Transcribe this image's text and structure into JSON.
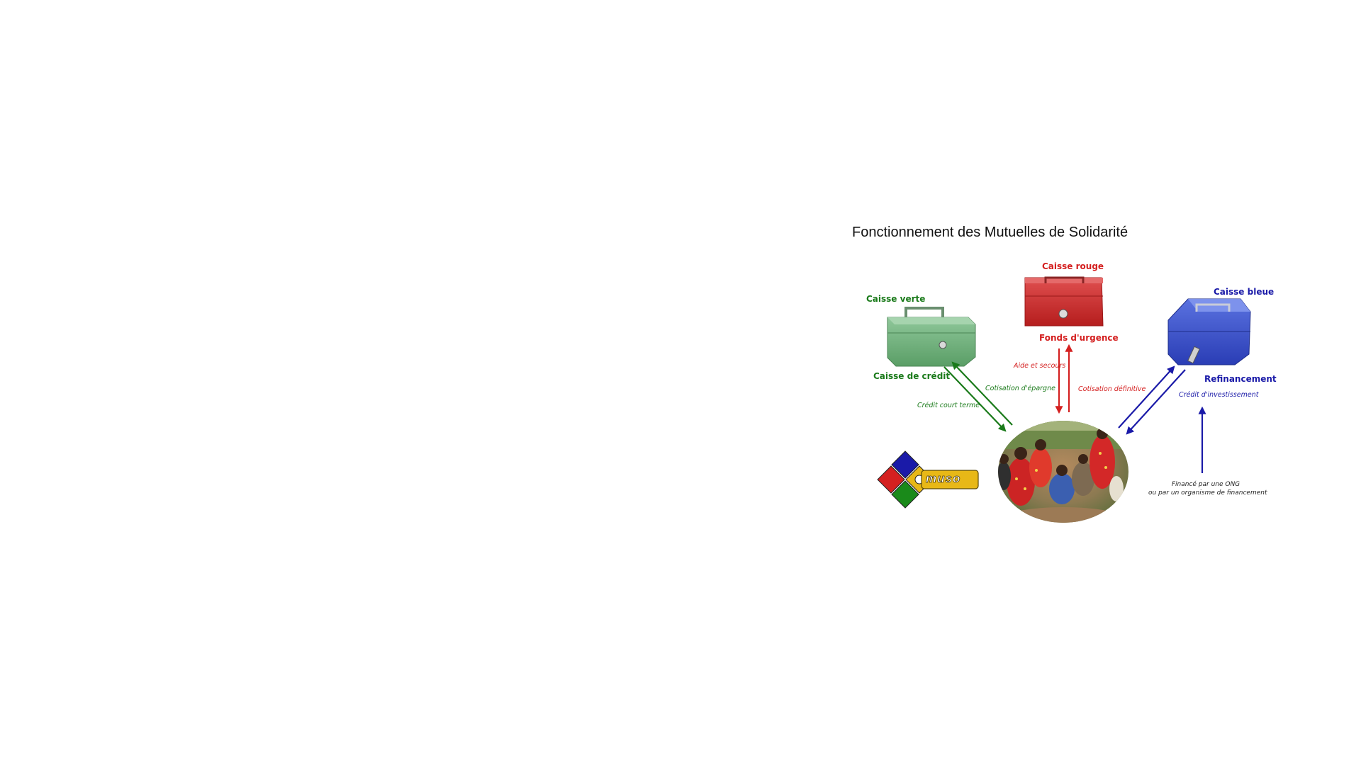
{
  "title": "Fonctionnement des Mutuelles de Solidarité",
  "colors": {
    "green": "#1a7a1a",
    "red": "#d42020",
    "blue": "#1a1aa8",
    "dark_text": "#111111"
  },
  "boxes": {
    "green": {
      "name": "Caisse verte",
      "role": "Caisse de crédit",
      "color": "#1a7a1a",
      "icon": "green-cash-box-icon"
    },
    "red": {
      "name": "Caisse rouge",
      "role": "Fonds d'urgence",
      "color": "#d42020",
      "icon": "red-cash-box-icon"
    },
    "blue": {
      "name": "Caisse bleue",
      "role": "Refinancement",
      "color": "#1a1aa8",
      "icon": "blue-cash-box-icon"
    }
  },
  "flows": {
    "green_to_group": "Crédit court terme",
    "group_to_green": "Cotisation d'épargne",
    "red_to_group": "Aide et secours",
    "group_to_red": "Cotisation définitive",
    "blue_to_group": "Crédit d'investissement"
  },
  "funding_note": {
    "line1": "Financé par une ONG",
    "line2": "ou par un organisme de financement"
  },
  "logo": {
    "text": "MUSO",
    "icon": "muso-logo-icon",
    "colors": [
      "#1a1aa8",
      "#d42020",
      "#1a8a1a",
      "#e8b817"
    ]
  },
  "community_photo": {
    "icon": "community-group-photo"
  }
}
